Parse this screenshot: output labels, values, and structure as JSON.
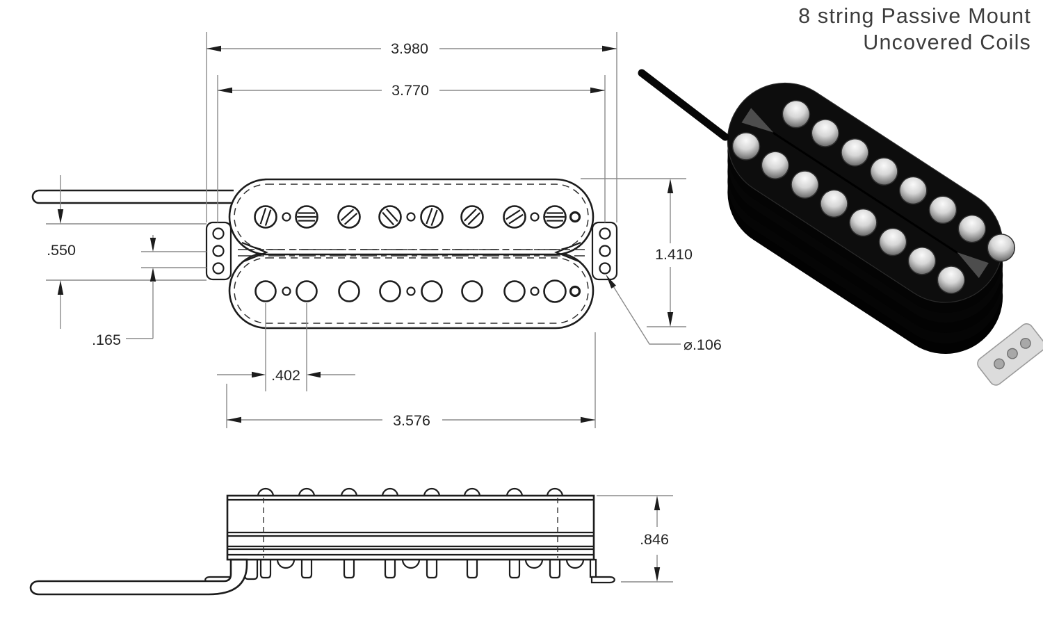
{
  "title": {
    "line1": "8 string Passive Mount",
    "line2": "Uncovered Coils"
  },
  "top_view": {
    "dim_overall_length": "3.980",
    "dim_mount_screw_spacing": "3.770",
    "dim_tab_height": ".550",
    "dim_tab_hole_pitch": ".165",
    "dim_pole_spacing": ".402",
    "dim_body_length": "3.576",
    "dim_body_width": "1.410",
    "dim_tab_hole_diameter": "⌀.106"
  },
  "side_view": {
    "dim_height": ".846"
  },
  "colors": {
    "drawing_line": "#1c1c1c",
    "dimension_line": "#8a8a8a",
    "dimension_text": "#242424",
    "title_text": "#3c3c3c",
    "render_body": "#0b0b0b",
    "pole_metal": "#d6d6d6",
    "bracket_metal": "#dcdcdc"
  }
}
